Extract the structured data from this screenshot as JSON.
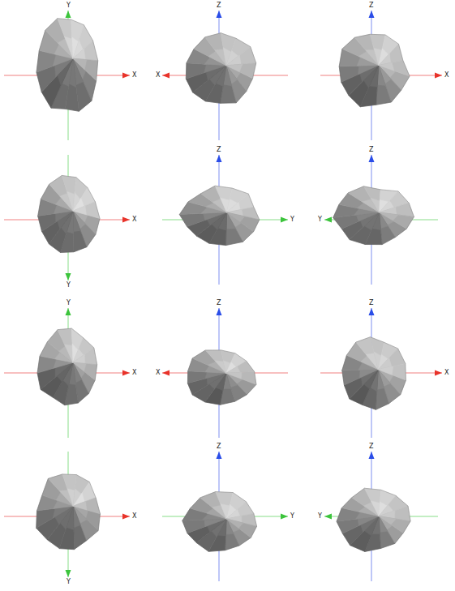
{
  "diagram": {
    "labels": [
      "Y",
      "X",
      "Z",
      "X",
      "Z",
      "X",
      "X",
      "Y",
      "Z",
      "Y",
      "Z",
      "Y",
      "Y",
      "X",
      "Z",
      "X",
      "Z",
      "X",
      "X",
      "Y",
      "Z",
      "Y",
      "Z",
      "Y"
    ]
  }
}
